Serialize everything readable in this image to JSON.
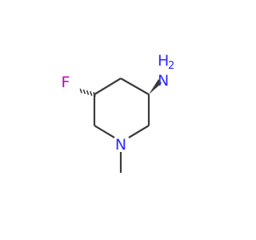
{
  "molecule": {
    "atoms": {
      "fluorine": {
        "symbol": "F"
      },
      "nitrogen_ring": {
        "symbol": "N"
      },
      "amine_nitrogen": {
        "symbol": "N"
      },
      "amine_hydrogens": {
        "symbol": "H"
      },
      "amine_h_count": {
        "symbol": "2"
      }
    },
    "colors": {
      "bond": "#3a3a3a",
      "nitrogen": "#2c2cff",
      "fluorine": "#c000c0"
    }
  }
}
